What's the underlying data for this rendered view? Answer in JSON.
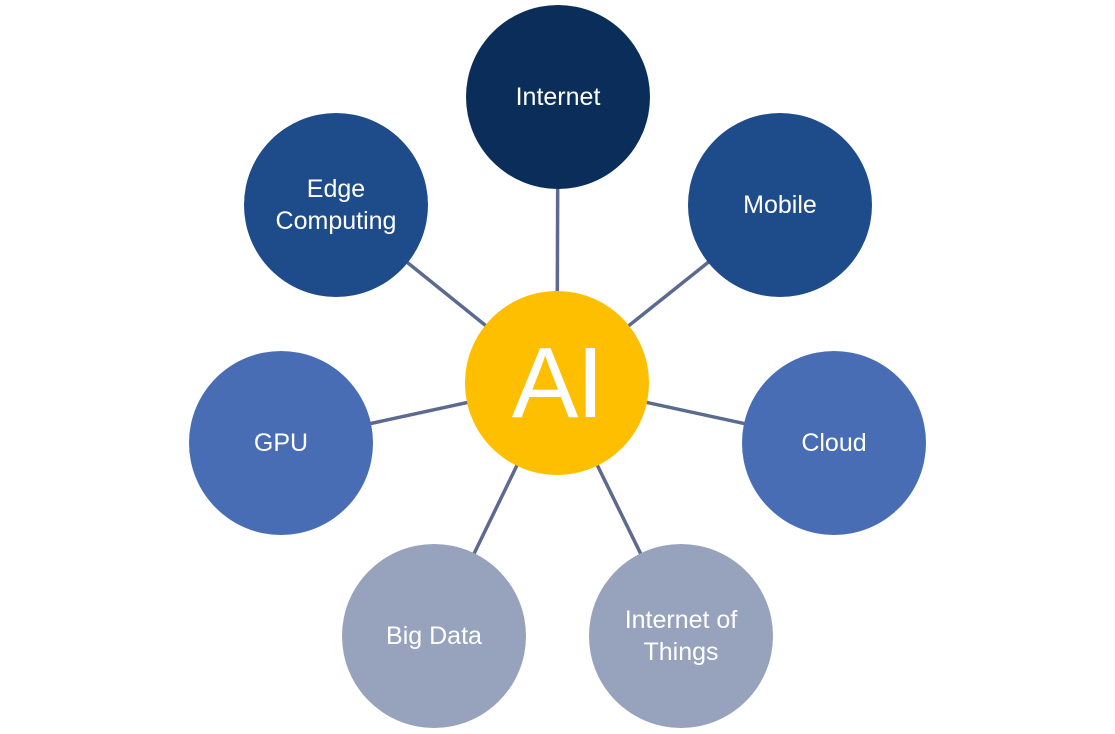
{
  "center": {
    "label": "AI",
    "color": "#fdbf00"
  },
  "nodes": [
    {
      "label": "Internet",
      "color": "#0b2d5a"
    },
    {
      "label": "Mobile",
      "color": "#1e4c8b"
    },
    {
      "label": "Cloud",
      "color": "#486db5"
    },
    {
      "label": "Internet of Things",
      "color": "#97a2bd"
    },
    {
      "label": "Big Data",
      "color": "#97a2bd"
    },
    {
      "label": "GPU",
      "color": "#486db5"
    },
    {
      "label": "Edge Computing",
      "color": "#1e4c8b"
    }
  ],
  "connector_color": "#5b6a8e"
}
